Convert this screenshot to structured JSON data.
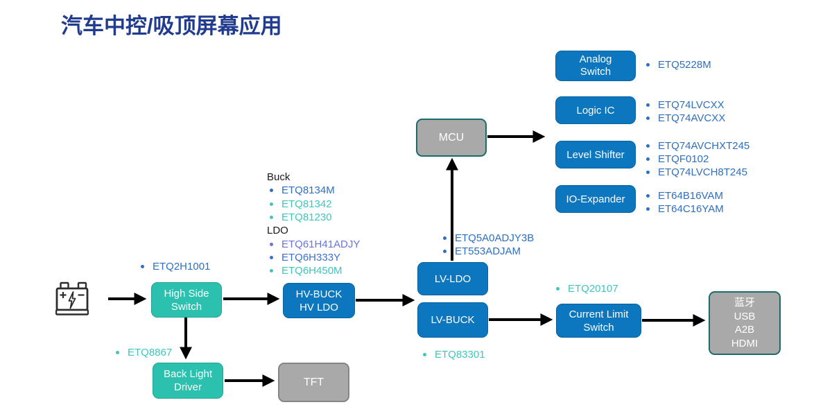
{
  "title": "汽车中控/吸顶屏幕应用",
  "colors": {
    "title": "#213C8F",
    "box_blue": "#0C76BE",
    "box_teal": "#2CC0AE",
    "box_gray": "#A9A9A9",
    "part_blue": "#2E6FBF",
    "part_teal": "#3EC6BC",
    "part_indigo": "#6774D9",
    "part_royal": "#3B6FD0",
    "arrow": "#000000"
  },
  "nodes": {
    "high_side_switch": "High Side\nSwitch",
    "back_light_driver": "Back Light\nDriver",
    "hv_buck_hv_ldo": "HV-BUCK\nHV LDO",
    "lv_ldo": "LV-LDO",
    "lv_buck": "LV-BUCK",
    "current_limit_switch": "Current Limit\nSwitch",
    "mcu": "MCU",
    "tft": "TFT",
    "peripherals": "蓝牙\nUSB\nA2B\nHDMI",
    "analog_switch": "Analog\nSwitch",
    "logic_ic": "Logic IC",
    "level_shifter": "Level Shifter",
    "io_expander": "IO-Expander"
  },
  "parts": {
    "high_side": [
      "ETQ2H1001"
    ],
    "buck_header": "Buck",
    "buck": [
      "ETQ8134M",
      "ETQ81342",
      "ETQ81230"
    ],
    "ldo_header": "LDO",
    "ldo": [
      "ETQ61H41ADJY",
      "ETQ6H333Y",
      "ETQ6H450M"
    ],
    "lv_ldo": [
      "ETQ5A0ADJY3B",
      "ET553ADJAM"
    ],
    "lv_buck": [
      "ETQ83301"
    ],
    "back_light": [
      "ETQ8867"
    ],
    "current_limit": [
      "ETQ20107"
    ],
    "analog_switch": [
      "ETQ5228M"
    ],
    "logic_ic": [
      "ETQ74LVCXX",
      "ETQ74AVCXX"
    ],
    "level_shifter": [
      "ETQ74AVCHXT245",
      "ETQF0102",
      "ETQ74LVCH8T245"
    ],
    "io_expander": [
      "ET64B16VAM",
      "ET64C16YAM"
    ]
  }
}
